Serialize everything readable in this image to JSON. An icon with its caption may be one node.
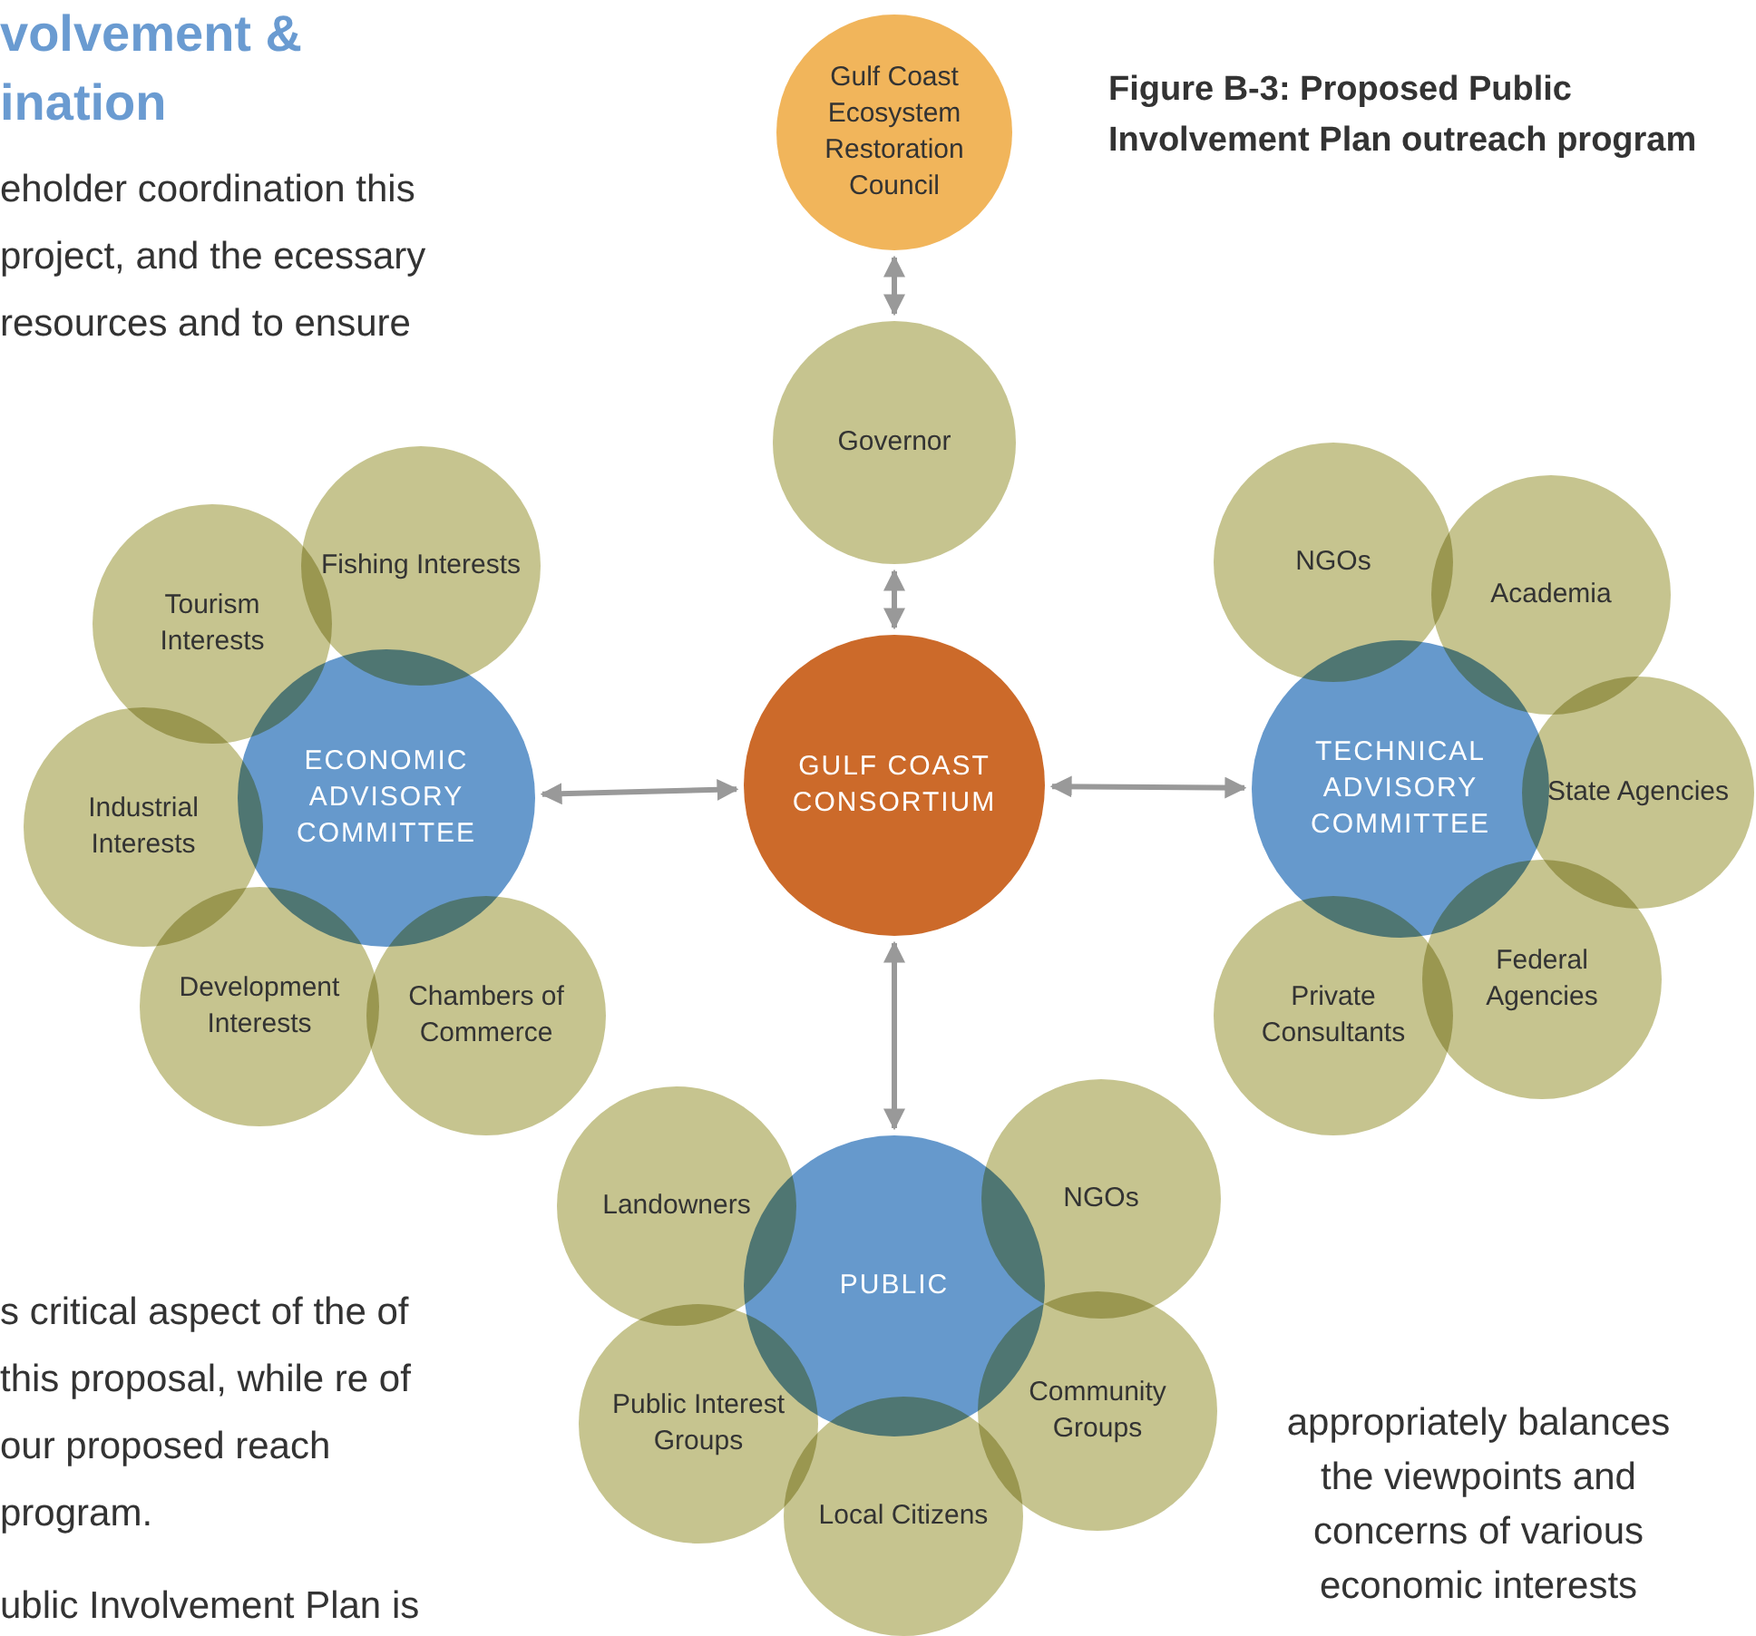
{
  "diagram": {
    "title": "Figure B-3: Proposed Public Involvement Plan outreach program",
    "nodes": [
      {
        "text": [
          "Gulf Coast Ecosystem Restoration Council"
        ]
      },
      {
        "text": [
          "Governor"
        ]
      },
      {
        "text": [
          "ECONOMIC ADVISORY COMMITTEE"
        ]
      },
      {
        "text": [
          "Tourism Interests"
        ]
      },
      {
        "text": [
          "Fishing Interests"
        ]
      },
      {
        "text": [
          "Industrial Interests"
        ]
      },
      {
        "text": [
          "Development Interests"
        ]
      },
      {
        "text": [
          "Chambers of Commerce"
        ]
      },
      {
        "text": [
          "GULF COAST CONSORTIUM"
        ]
      },
      {
        "text": [
          "TECHNICAL ADVISORY COMMITTEE"
        ]
      },
      {
        "text": [
          "NGOs"
        ]
      },
      {
        "text": [
          "Academia"
        ]
      },
      {
        "text": [
          "State Agencies"
        ]
      },
      {
        "text": [
          "Federal Agencies"
        ]
      },
      {
        "text": [
          "Private Consultants"
        ]
      },
      {
        "text": [
          "PUBLIC"
        ]
      },
      {
        "text": [
          "Landowners"
        ]
      },
      {
        "text": [
          "NGOs"
        ]
      },
      {
        "text": [
          "Public Interest Groups"
        ]
      },
      {
        "text": [
          "Community Groups"
        ]
      },
      {
        "text": [
          "Local Citizens"
        ]
      }
    ],
    "edges": [
      {
        "from": 0,
        "to": 1,
        "arrow": "both"
      },
      {
        "from": 1,
        "to": 8,
        "arrow": "both"
      },
      {
        "from": 8,
        "to": 2,
        "arrow": "both"
      },
      {
        "from": 8,
        "to": 9,
        "arrow": "both"
      },
      {
        "from": 8,
        "to": 15,
        "arrow": "both"
      }
    ],
    "labels": [
      "volvement & ination",
      "eholder coordination this project, and the ecessary resources and to ensure",
      "s critical aspect of the of this proposal, while re of our proposed reach program.",
      "ublic Involvement Plan is",
      "appropriately balances the viewpoints and concerns of various economic interests"
    ]
  }
}
